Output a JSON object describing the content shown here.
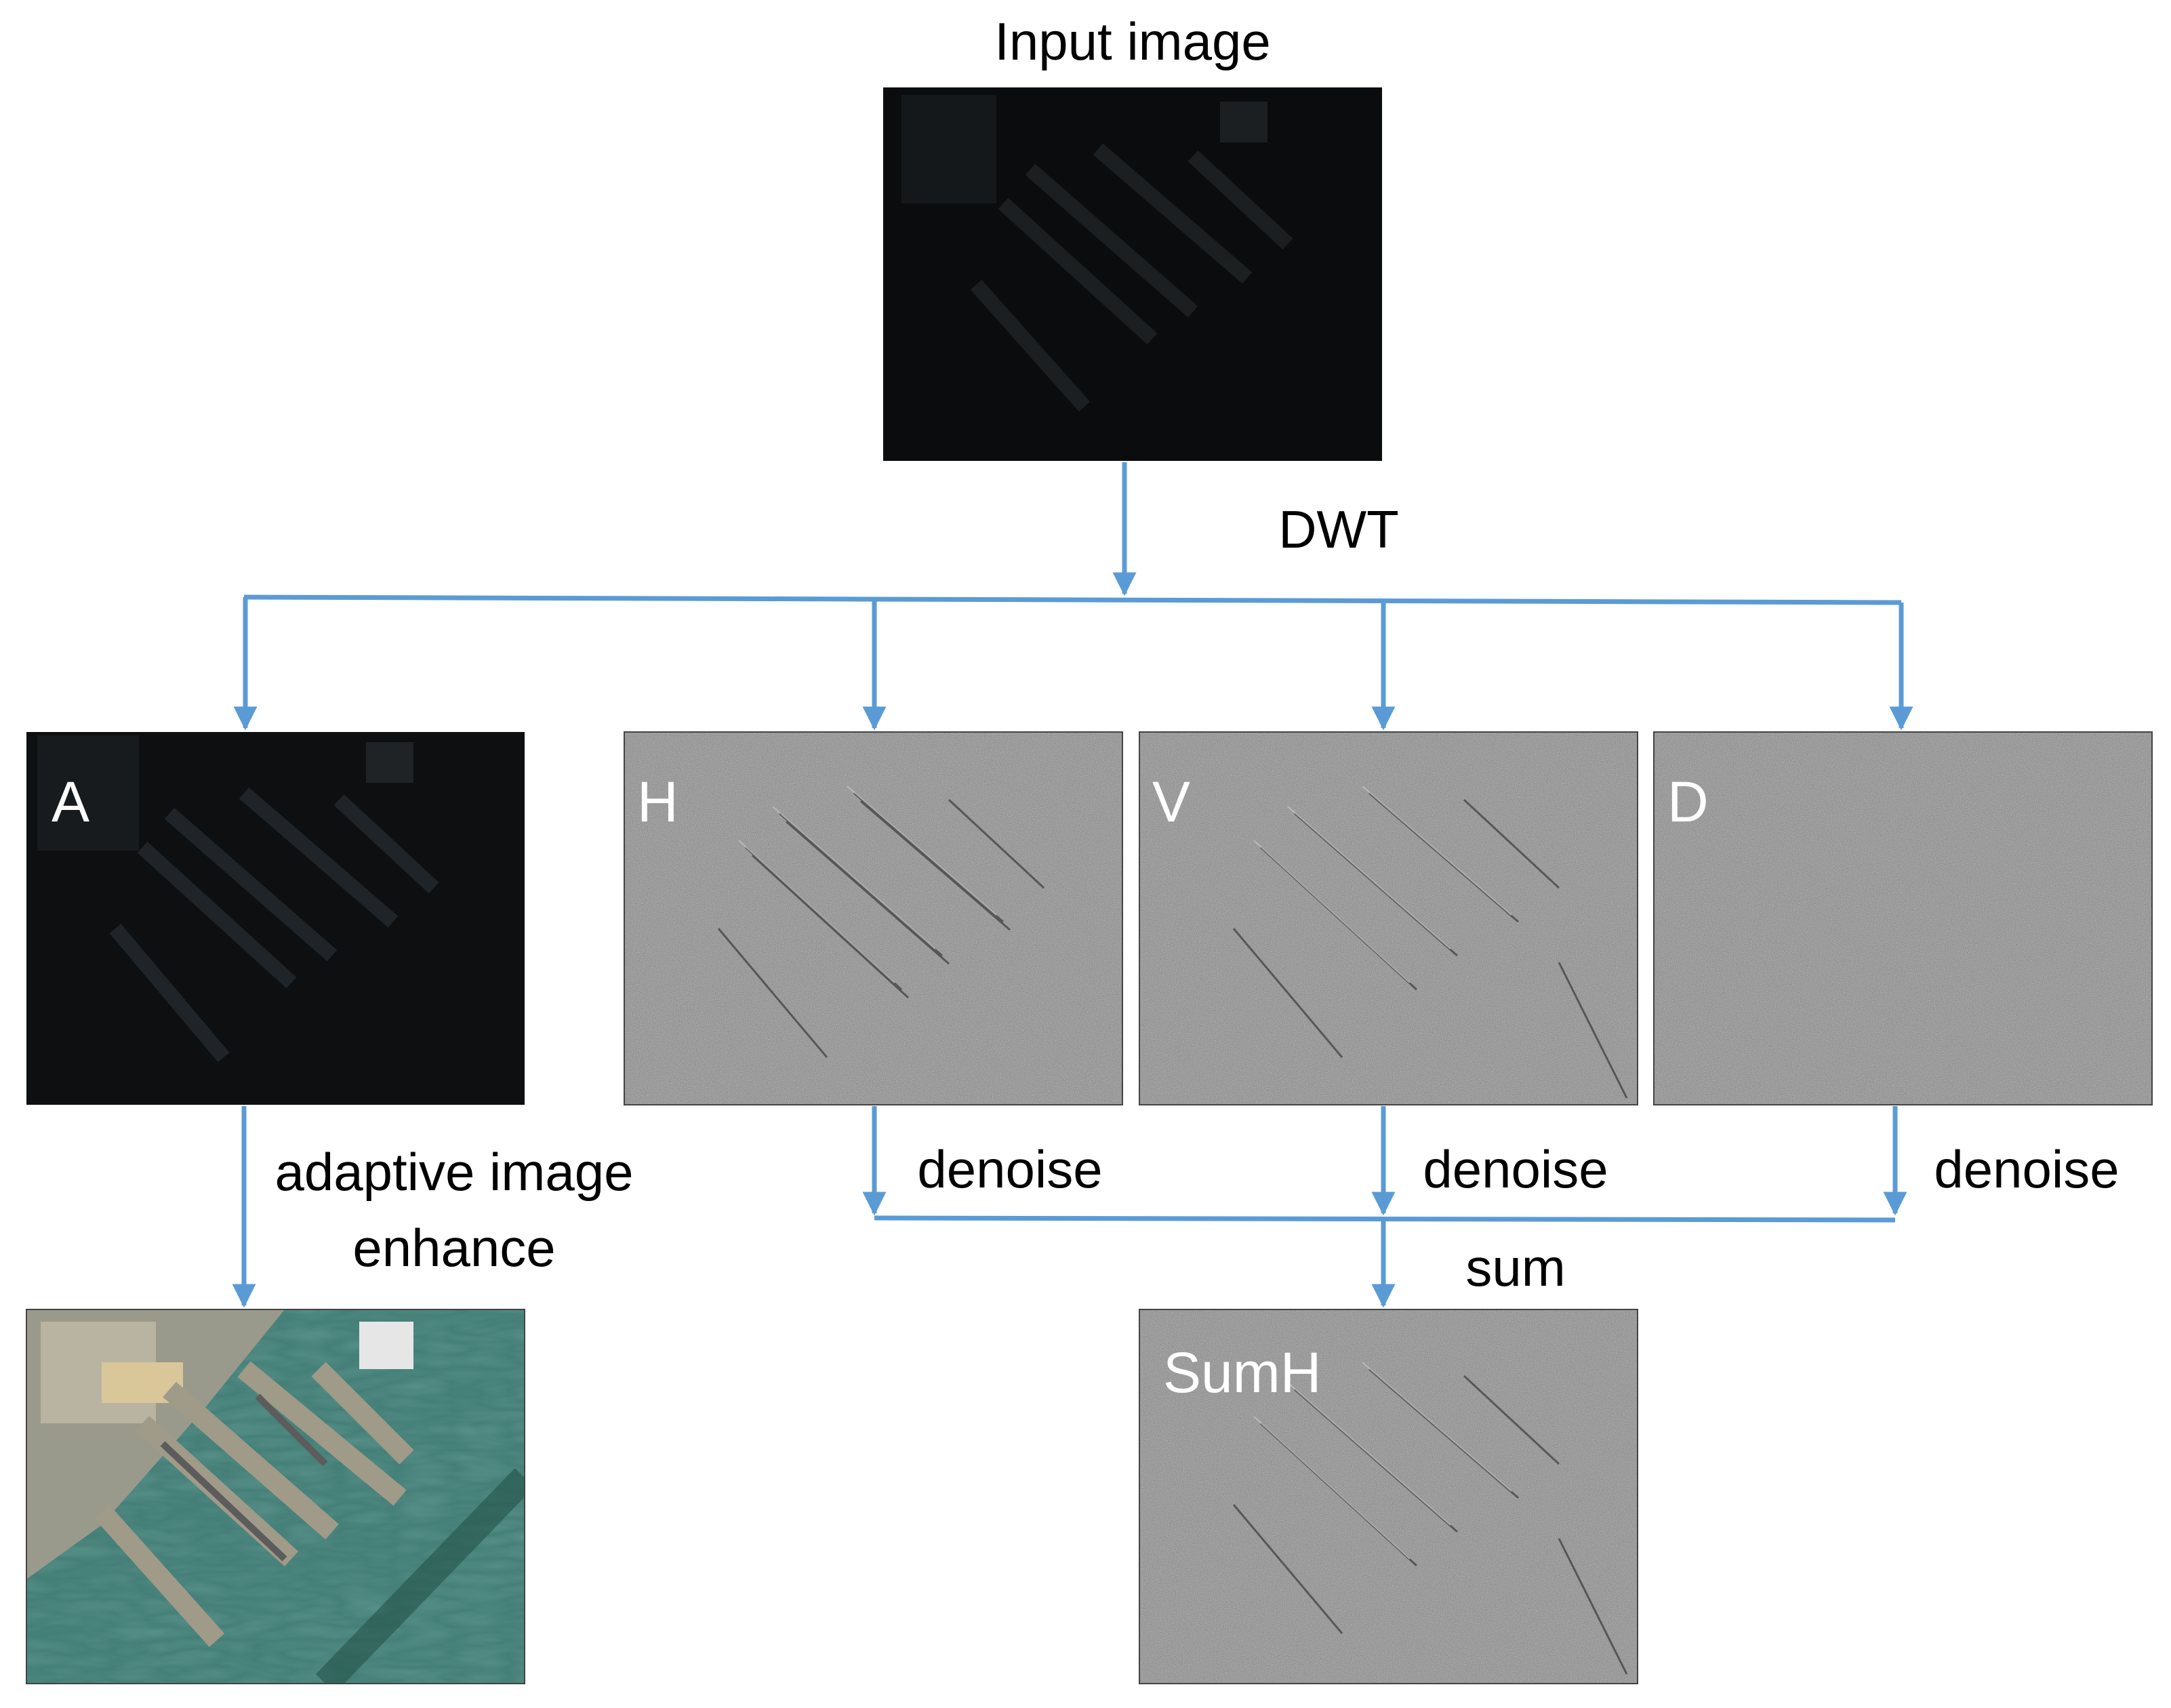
{
  "labels": {
    "input": "Input image",
    "dwt": "DWT",
    "enhance_line1": "adaptive image",
    "enhance_line2": "enhance",
    "denoise_h": "denoise",
    "denoise_v": "denoise",
    "denoise_d": "denoise",
    "sum": "sum"
  },
  "panels": {
    "a": "A",
    "h": "H",
    "v": "V",
    "d": "D",
    "sumh": "SumH"
  },
  "colors": {
    "connector": "#5b9bd5",
    "dark_image": "#0b0c0d",
    "detail_gray": "#7d7d7d",
    "enhanced_water": "#2f6b62"
  }
}
